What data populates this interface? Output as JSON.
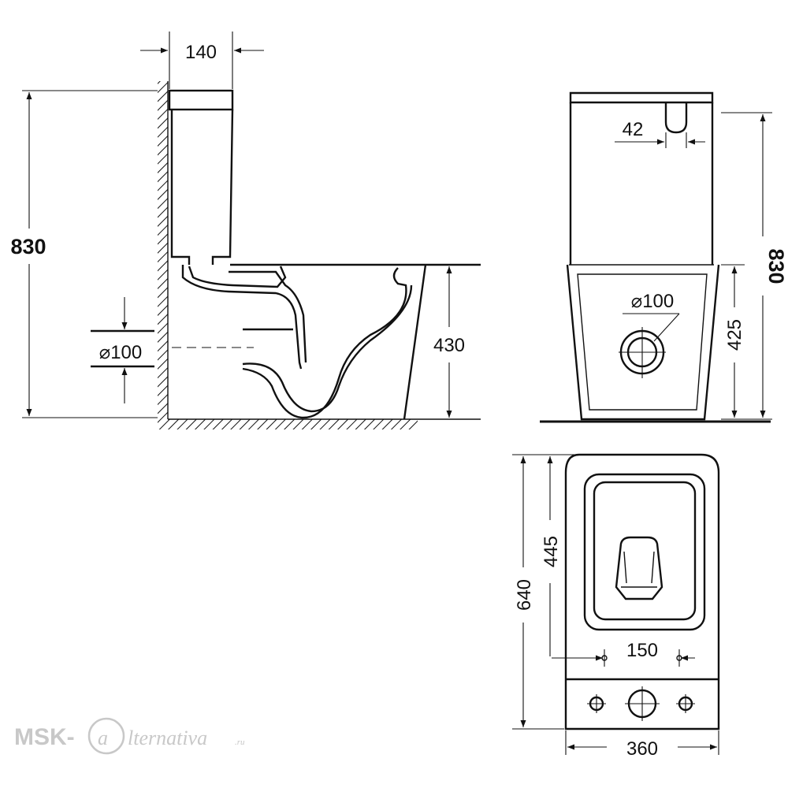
{
  "dimensions": {
    "side_tank_depth": "140",
    "side_total_height": "830",
    "side_outlet_diameter": "⌀100",
    "side_seat_height": "430",
    "front_button_offset": "42",
    "front_total_height": "830",
    "front_outlet_diameter": "⌀100",
    "front_outlet_height": "425",
    "top_total_length": "640",
    "top_bowl_length": "445",
    "top_bolt_spacing": "150",
    "top_width": "360"
  },
  "watermark": {
    "brand": "MSK-",
    "logo_letter": "a",
    "rest": "lternativa",
    "tld": ".ru"
  }
}
